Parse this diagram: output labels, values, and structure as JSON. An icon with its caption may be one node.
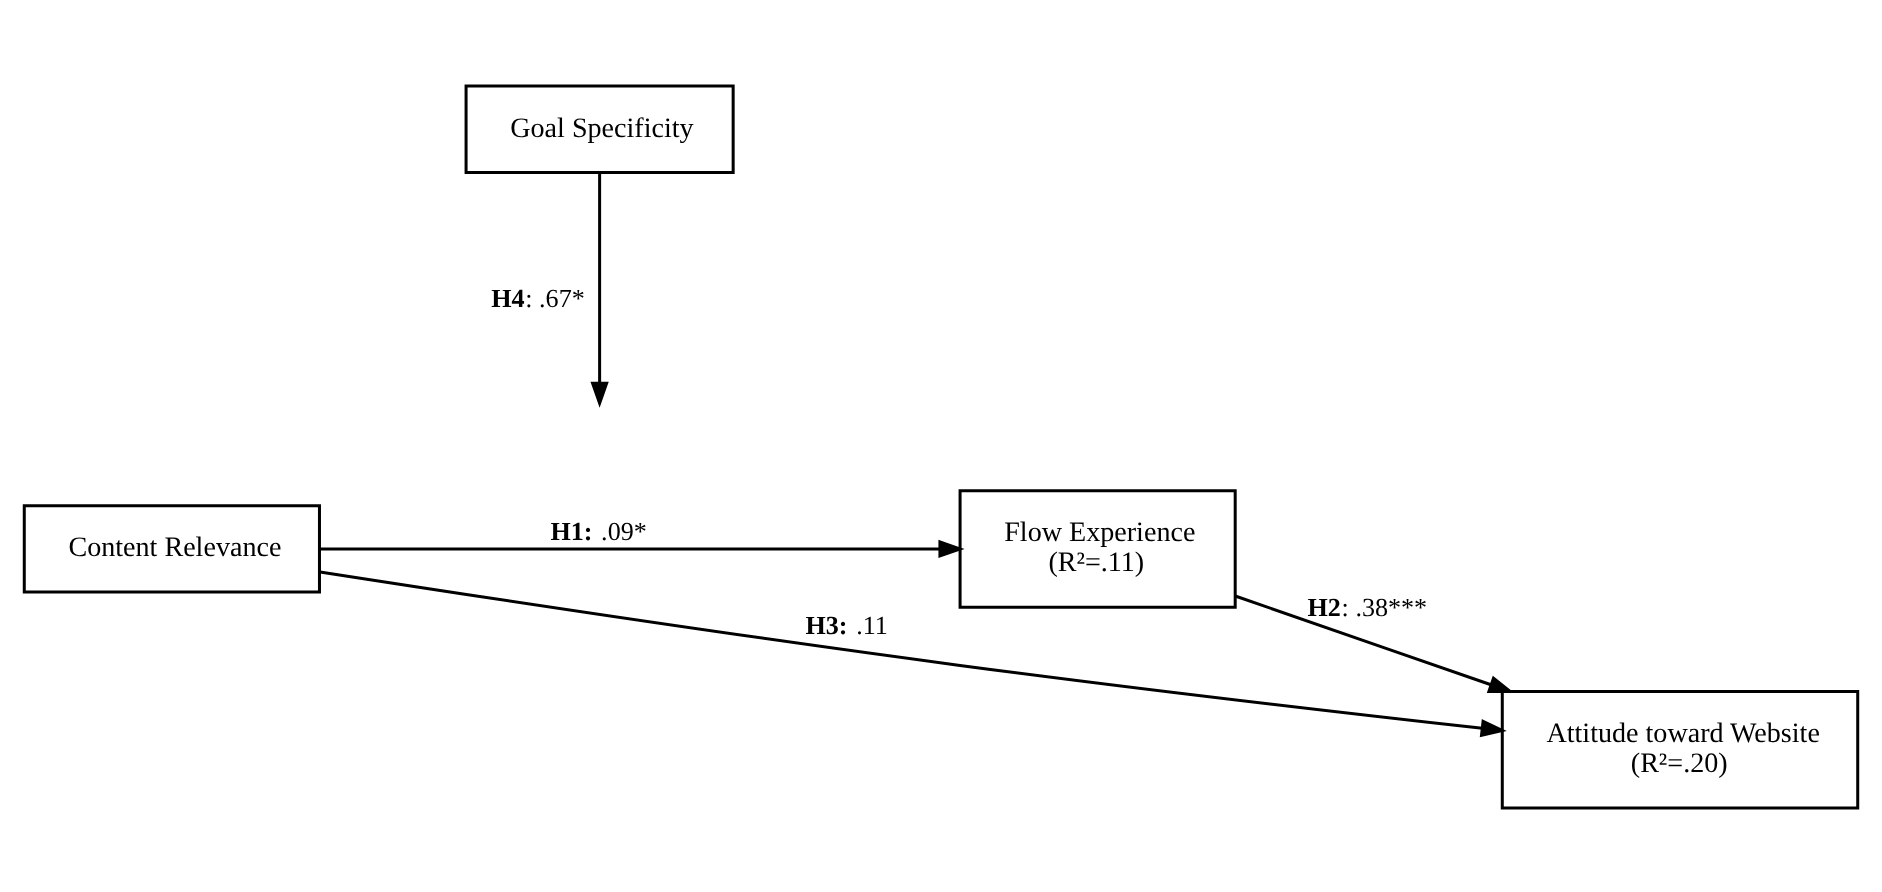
{
  "diagram": {
    "nodes": [
      {
        "text": [
          "Goal Specificity"
        ]
      },
      {
        "text": [
          "Content Relevance"
        ]
      },
      {
        "text": [
          "Flow Experience",
          "(R²=.11)"
        ]
      },
      {
        "text": [
          "Attitude toward Website",
          "(R²=.20)"
        ]
      }
    ],
    "edges": [
      {
        "from": 1,
        "to": 2,
        "arrow": "to",
        "label": "**H1:** .09*"
      },
      {
        "from": 0,
        "to": null,
        "arrow": "to",
        "label": "**H4**: .67*"
      },
      {
        "from": 2,
        "to": 3,
        "arrow": "to",
        "label": "**H2**: .38***"
      },
      {
        "from": 1,
        "to": 3,
        "arrow": "to",
        "label": "**H3:** .11"
      }
    ]
  }
}
